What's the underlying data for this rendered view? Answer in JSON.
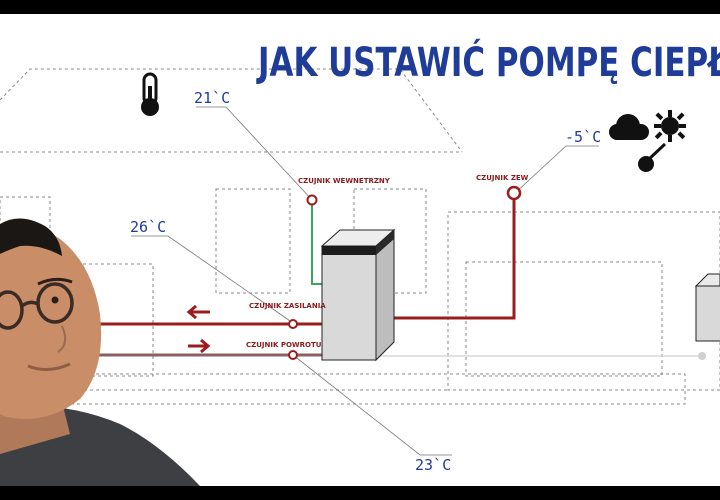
{
  "title": "JAK USTAWIĆ POMPĘ CIEPŁ",
  "temperatures": {
    "indoor": "21`C",
    "outdoor": "-5`C",
    "supply": "26`C",
    "return": "23`C"
  },
  "sensors": {
    "indoor": "CZUJNIK WEWNETRZNY",
    "outdoor": "CZUJNIK ZEW",
    "supply": "CZUJNIK ZASILANIA",
    "return": "CZUJNIK POWROTU"
  },
  "icons": {
    "thermometer": "thermometer-icon",
    "weather": "cloud-sun-icon"
  },
  "colors": {
    "title": "#1f3c99",
    "pipe_supply": "#9b1c1c",
    "pipe_return": "#8a6060",
    "sensor_wire": "#3aa55a"
  }
}
